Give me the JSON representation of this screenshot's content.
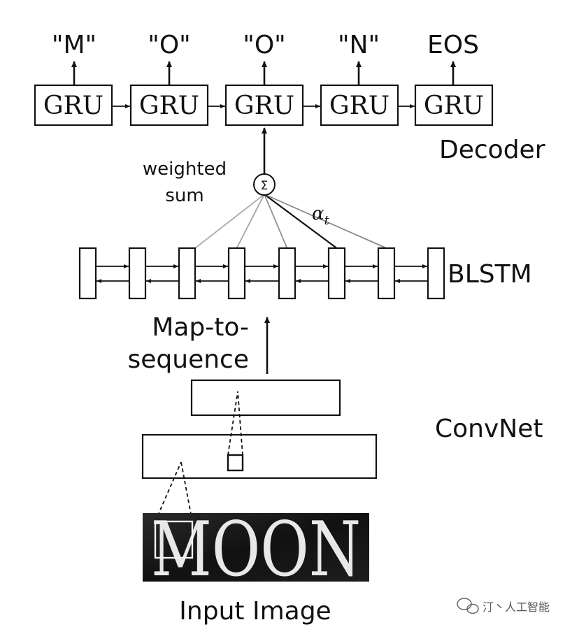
{
  "decoder": {
    "outputs": [
      "\"M\"",
      "\"O\"",
      "\"O\"",
      "\"N\"",
      "EOS"
    ],
    "cell_label": "GRU",
    "label": "Decoder"
  },
  "attention": {
    "weighted_sum_line1": "weighted",
    "weighted_sum_line2": "sum",
    "sum_symbol": "Σ",
    "alpha_label": "α",
    "alpha_subscript": "t",
    "weights": [
      0.15,
      0.2,
      0.3,
      1.0,
      0.35
    ]
  },
  "encoder": {
    "label": "BLSTM"
  },
  "map_to_sequence": {
    "line1": "Map-to-",
    "line2": "sequence"
  },
  "convnet": {
    "label": "ConvNet"
  },
  "input": {
    "word": "MOON",
    "label": "Input Image"
  },
  "watermark": {
    "text": "汀丶人工智能",
    "icon": "wechat-icon"
  }
}
